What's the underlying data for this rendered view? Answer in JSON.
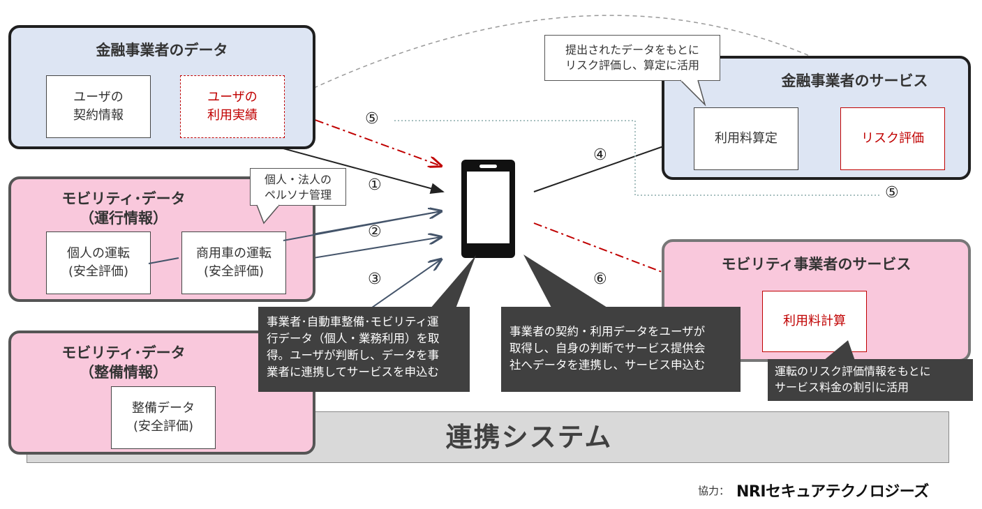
{
  "colors": {
    "panel_blue": "#dde5f3",
    "panel_pink": "#f9c8dc",
    "red_accent": "#c00000",
    "dark_note": "#404040",
    "band": "#d9d9d9"
  },
  "finance_data": {
    "title": "金融事業者のデータ",
    "contract": "ユーザの\n契約情報",
    "usage": "ユーザの\n利用実績"
  },
  "mobility_operation": {
    "title": "モビリティ･データ\n（運行情報）",
    "personal": "個人の運転\n(安全評価)",
    "commercial": "商用車の運転\n(安全評価)",
    "callout": "個人・法人の\nペルソナ管理"
  },
  "mobility_maintenance": {
    "title": "モビリティ･データ\n（整備情報）",
    "maintenance": "整備データ\n(安全評価)"
  },
  "finance_service": {
    "title": "金融事業者のサービス",
    "fee_calc": "利用料算定",
    "risk_eval": "リスク評価",
    "callout": "提出されたデータをもとに\nリスク評価し、算定に活用"
  },
  "mobility_service": {
    "title": "モビリティ事業者のサービス",
    "fee_compute": "利用料計算",
    "note": "運転のリスク評価情報をもとに\nサービス料金の割引に活用"
  },
  "steps": {
    "s1": "①",
    "s2": "②",
    "s3": "③",
    "s4": "④",
    "s5a": "⑤",
    "s5b": "⑤",
    "s6": "⑥"
  },
  "notes": {
    "left": "事業者･自動車整備･モビリティ運\n行データ（個人・業務利用）を取\n得。ユーザが判断し、データを事\n業者に連携してサービスを申込む",
    "right": "事業者の契約・利用データをユーザが\n取得し、自身の判断でサービス提供会\n社へデータを連携し、サービス申込む"
  },
  "platform": {
    "label": "連携システム"
  },
  "credit": {
    "prefix": "協力：",
    "company": "NRIセキュアテクノロジーズ"
  },
  "icons": {
    "phone": "smartphone-icon"
  }
}
